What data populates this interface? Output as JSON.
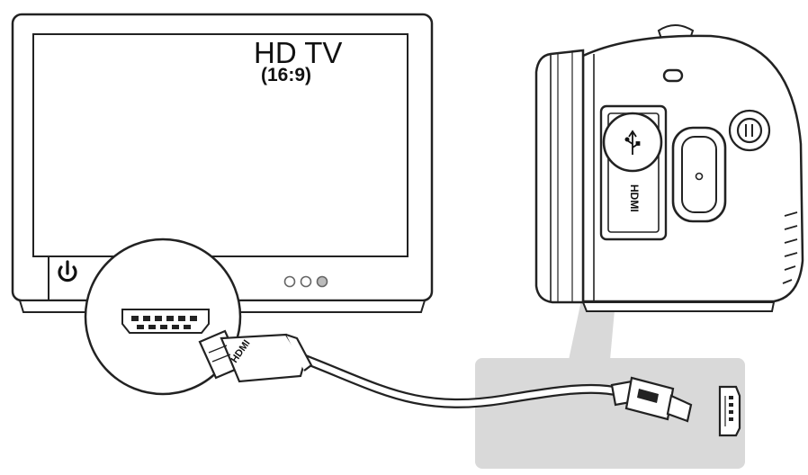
{
  "tv": {
    "title": "HD TV",
    "aspect_ratio": "(16:9)",
    "indicator_lights": 3
  },
  "connector_labels": {
    "cable_plug": "HDMI",
    "camera_port": "HDMI"
  },
  "icons": [
    "power-icon",
    "usb-icon",
    "hdmi-port-icon",
    "hdmi-cable-icon"
  ],
  "colors": {
    "line": "#222222",
    "highlight_panel": "#d9d9d9",
    "background": "#ffffff"
  }
}
